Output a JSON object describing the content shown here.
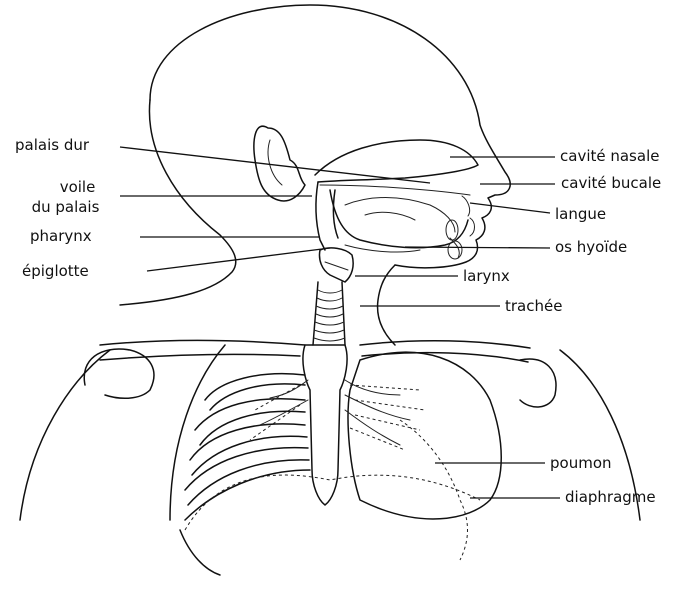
{
  "labels": {
    "palais_dur": "palais dur",
    "voile_du_palais_1": "voile",
    "voile_du_palais_2": "du palais",
    "pharynx": "pharynx",
    "epiglotte": "épiglotte",
    "cavite_nasale": "cavité nasale",
    "cavite_buccale": "cavité bucale",
    "langue": "langue",
    "os_hyoide": "os hyoïde",
    "larynx": "larynx",
    "trachee": "trachée",
    "poumon": "poumon",
    "diaphragme": "diaphragme"
  }
}
